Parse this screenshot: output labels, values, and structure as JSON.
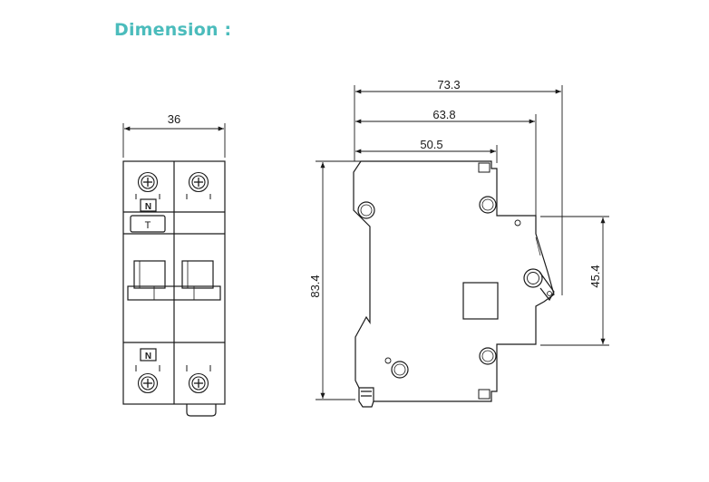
{
  "heading": "Dimension :",
  "colors": {
    "heading": "#4bbcbc",
    "line": "#1a1a1a",
    "background": "#ffffff"
  },
  "front_view": {
    "width_label": "36",
    "top_terminal_label": "N",
    "test_button_label": "T",
    "bottom_terminal_label": "N"
  },
  "side_view": {
    "overall_depth_label": "73.3",
    "mid_depth_label": "63.8",
    "base_depth_label": "50.5",
    "height_label": "83.4",
    "face_height_label": "45.4"
  }
}
